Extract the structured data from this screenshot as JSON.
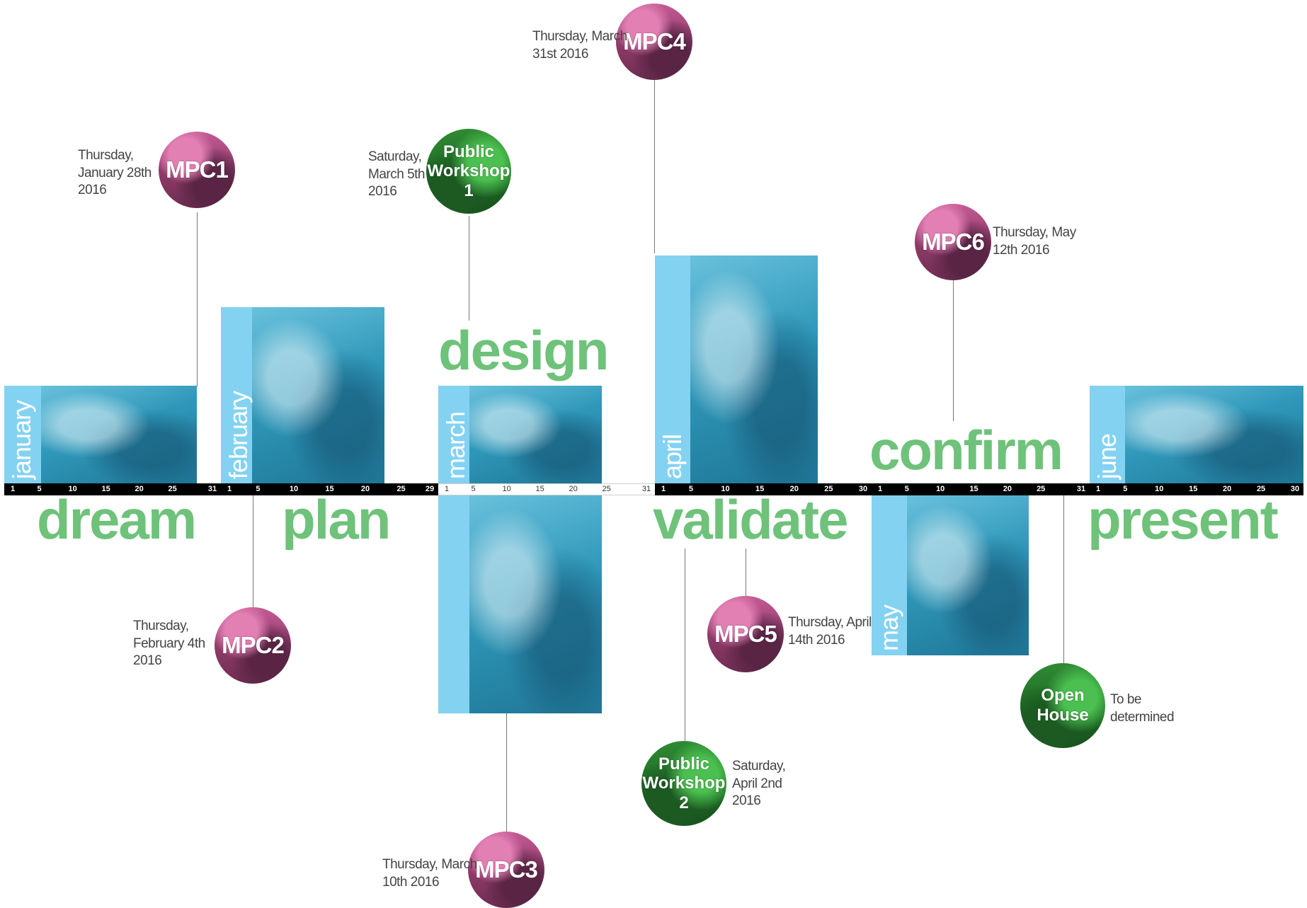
{
  "months": {
    "january": "january",
    "february": "february",
    "march": "march",
    "april": "april",
    "may": "may",
    "june": "june"
  },
  "phases": {
    "dream": "dream",
    "plan": "plan",
    "design": "design",
    "validate": "validate",
    "confirm": "confirm",
    "present": "present"
  },
  "timeline": {
    "january": [
      "1",
      "5",
      "10",
      "15",
      "20",
      "25",
      "31"
    ],
    "february": [
      "1",
      "5",
      "10",
      "15",
      "20",
      "25",
      "29"
    ],
    "march": [
      "1",
      "5",
      "10",
      "15",
      "20",
      "25",
      "31"
    ],
    "april": [
      "1",
      "5",
      "10",
      "15",
      "20",
      "25",
      "30"
    ],
    "may": [
      "1",
      "5",
      "10",
      "15",
      "20",
      "25",
      "31"
    ],
    "june": [
      "1",
      "5",
      "10",
      "15",
      "20",
      "25",
      "30"
    ]
  },
  "events": {
    "mpc1": {
      "label": "MPC1",
      "date": "Thursday,\nJanuary 28th\n2016"
    },
    "mpc2": {
      "label": "MPC2",
      "date": "Thursday,\nFebruary 4th\n2016"
    },
    "mpc3": {
      "label": "MPC3",
      "date": "Thursday, March\n10th 2016"
    },
    "mpc4": {
      "label": "MPC4",
      "date": "Thursday, March\n31st 2016"
    },
    "mpc5": {
      "label": "MPC5",
      "date": "Thursday, April\n14th  2016"
    },
    "mpc6": {
      "label": "MPC6",
      "date": "Thursday, May\n12th 2016"
    },
    "pw1": {
      "line1": "Public",
      "line2": "Workshop",
      "line3": "1",
      "date": "Saturday,\nMarch 5th\n2016"
    },
    "pw2": {
      "line1": "Public",
      "line2": "Workshop",
      "line3": "2",
      "date": "Saturday,\nApril 2nd\n2016"
    },
    "openhouse": {
      "line1": "Open",
      "line2": "House",
      "date": "To be\ndetermined"
    }
  },
  "colors": {
    "phase_green": "#6ec27a",
    "month_blue": "#83d2f2",
    "mpc_magenta": "#a8457a",
    "workshop_green": "#237a2a"
  }
}
